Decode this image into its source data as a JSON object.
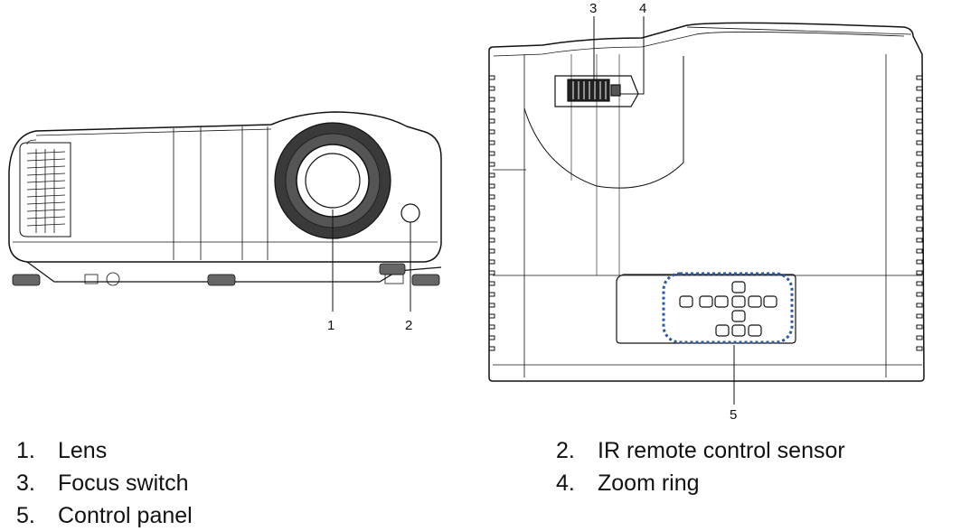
{
  "callouts": {
    "lens": "1",
    "ir_sensor": "2",
    "focus": "3",
    "zoom": "4",
    "control_panel": "5"
  },
  "legend": [
    {
      "num": "1.",
      "label": "Lens"
    },
    {
      "num": "2.",
      "label": "IR remote control sensor"
    },
    {
      "num": "3.",
      "label": "Focus switch"
    },
    {
      "num": "4.",
      "label": "Zoom ring"
    },
    {
      "num": "5.",
      "label": "Control panel"
    }
  ]
}
